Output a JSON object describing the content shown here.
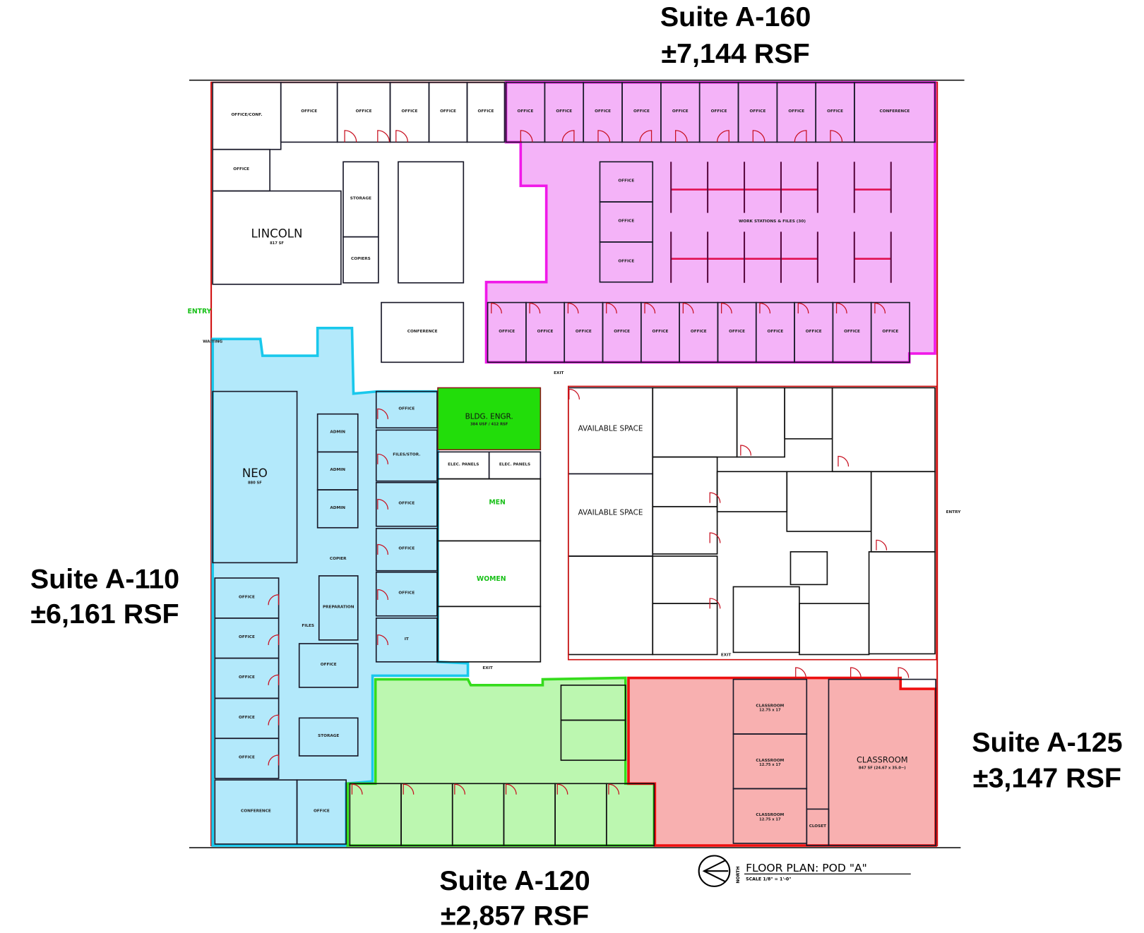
{
  "suites": [
    {
      "id": "A-160",
      "name": "Suite A-160",
      "rsf": "±7,144 RSF",
      "fill": "#f4b3f8",
      "stroke": "#f018e8"
    },
    {
      "id": "A-110",
      "name": "Suite A-110",
      "rsf": "±6,161 RSF",
      "fill": "#b3e9fb",
      "stroke": "#19c8ec"
    },
    {
      "id": "A-120",
      "name": "Suite A-120",
      "rsf": "±2,857 RSF",
      "fill": "#bcf7b0",
      "stroke": "#35dc1c"
    },
    {
      "id": "A-125",
      "name": "Suite A-125",
      "rsf": "±3,147 RSF",
      "fill": "#f8b0b0",
      "stroke": "#ee1010"
    }
  ],
  "rooms": [
    {
      "label": "OFFICE/CONF."
    },
    {
      "label": "OFFICE"
    },
    {
      "label": "OFFICE"
    },
    {
      "label": "OFFICE"
    },
    {
      "label": "OFFICE"
    },
    {
      "label": "OFFICE"
    },
    {
      "label": "OFFICE"
    },
    {
      "label": "LINCOLN",
      "sub": "817 SF"
    },
    {
      "label": "STORAGE"
    },
    {
      "label": "COPIERS"
    },
    {
      "label": ""
    },
    {
      "label": "CONFERENCE"
    },
    {
      "label": "OFFICE"
    },
    {
      "label": "OFFICE"
    },
    {
      "label": "OFFICE"
    },
    {
      "label": "OFFICE"
    },
    {
      "label": "OFFICE"
    },
    {
      "label": "OFFICE"
    },
    {
      "label": "OFFICE"
    },
    {
      "label": "OFFICE"
    },
    {
      "label": "OFFICE"
    },
    {
      "label": "CONFERENCE"
    },
    {
      "label": "OFFICE"
    },
    {
      "label": "OFFICE"
    },
    {
      "label": "OFFICE"
    },
    {
      "label": "WORK STATIONS & FILES (30)"
    },
    {
      "label": "OFFICE"
    },
    {
      "label": "OFFICE"
    },
    {
      "label": "OFFICE"
    },
    {
      "label": "OFFICE"
    },
    {
      "label": "OFFICE"
    },
    {
      "label": "OFFICE"
    },
    {
      "label": "OFFICE"
    },
    {
      "label": "OFFICE"
    },
    {
      "label": "OFFICE"
    },
    {
      "label": "OFFICE"
    },
    {
      "label": "OFFICE"
    },
    {
      "label": "WAITING"
    },
    {
      "label": "NEO",
      "sub": "880 SF"
    },
    {
      "label": "ADMIN"
    },
    {
      "label": "ADMIN"
    },
    {
      "label": "ADMIN"
    },
    {
      "label": "OFFICE"
    },
    {
      "label": "FILES/STOR."
    },
    {
      "label": "OFFICE"
    },
    {
      "label": "OFFICE"
    },
    {
      "label": "OFFICE"
    },
    {
      "label": "IT"
    },
    {
      "label": "COPIER"
    },
    {
      "label": "PREPARATION"
    },
    {
      "label": "FILES"
    },
    {
      "label": "OFFICE"
    },
    {
      "label": "STORAGE"
    },
    {
      "label": "OFFICE"
    },
    {
      "label": "OFFICE"
    },
    {
      "label": "OFFICE"
    },
    {
      "label": "OFFICE"
    },
    {
      "label": "OFFICE"
    },
    {
      "label": "CONFERENCE"
    },
    {
      "label": "OFFICE"
    },
    {
      "label": "BLDG. ENGR.",
      "sub": "384 USF / 412 RSF"
    },
    {
      "label": "ELEC. PANELS"
    },
    {
      "label": "ELEC. PANELS"
    },
    {
      "label": "MEN"
    },
    {
      "label": "WOMEN"
    },
    {
      "label": "EXIT"
    },
    {
      "label": "EXIT"
    },
    {
      "label": "EXIT"
    },
    {
      "label": "ENTRY"
    },
    {
      "label": "ENTRY"
    },
    {
      "label": "AVAILABLE SPACE"
    },
    {
      "label": "AVAILABLE SPACE"
    },
    {
      "label": "CLASSROOM",
      "sub": "12.75 x 17"
    },
    {
      "label": "CLASSROOM",
      "sub": "12.75 x 17"
    },
    {
      "label": "CLASSROOM",
      "sub": "12.75 x 17"
    },
    {
      "label": "CLASSROOM",
      "sub": "847 SF (24.67 x 35.0~)"
    },
    {
      "label": "CLOSET"
    }
  ],
  "title_block": {
    "north_label": "NORTH",
    "title": "FLOOR PLAN:  POD \"A\"",
    "scale": "SCALE  1/8\" = 1'-0\""
  }
}
